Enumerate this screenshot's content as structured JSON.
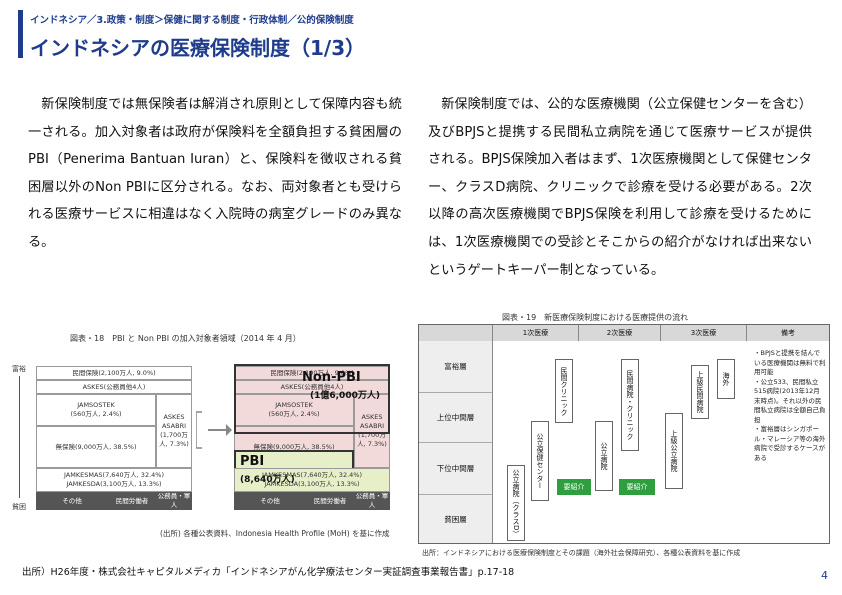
{
  "header": {
    "breadcrumb": "インドネシア／3.政策・制度＞保健に関する制度・行政体制／公的保険制度",
    "title": "インドネシアの医療保険制度（1/3）"
  },
  "body": {
    "left_paragraph": "新保険制度では無保険者は解消され原則として保障内容も統一される。加入対象者は政府が保険料を全額負担する貧困層のPBI（Penerima Bantuan Iuran）と、保険料を徴収される貧困層以外のNon PBIに区分される。なお、両対象者とも受けられる医療サービスに相違はなく入院時の病室グレードのみ異なる。",
    "right_paragraph": "新保険制度では、公的な医療機関（公立保健センターを含む）及びBPJSと提携する民間私立病院を通じて医療サービスが提供される。BPJS保険加入者はまず、1次医療機関として保健センター、クラスD病院、クリニックで診療を受ける必要がある。2次以降の高次医療機関でBPJS保険を利用して診療を受けるためには、1次医療機関での受診とそこからの紹介がなければ出来ないというゲートキーパー制となっている。"
  },
  "figure_left": {
    "caption": "図表・18　PBI と Non PBI の加入対象者領域（2014 年 4 月）",
    "axis_top": "富裕",
    "axis_bottom": "貧困",
    "boxes": {
      "rich": "民間保険(2,100万人, 9.0%)",
      "askes": "ASKES(公務員他4人)",
      "jamsostek": "JAMSOSTEK\n(560万人, 2.4%)",
      "asabri": "ASKES\nASABRI\n(1,700万\n人, 7.3%)",
      "uninsured": "無保険(9,000万人, 38.5%)",
      "jamkesmas": "JAMKESMAS(7,640万人, 32.4%)\nJAMKESDA(3,100万人, 13.3%)",
      "other": "その他",
      "private_workers": "民間労働者",
      "civil": "公務員・軍人"
    },
    "overlay_nonpbi": "Non-PBI",
    "overlay_nonpbi_count": "(1億6,000万人)",
    "overlay_pbi": "PBI",
    "overlay_pbi_count": "(8,640万人)",
    "source_note": "(出所) 各種公表資料、Indonesia Health Profile (MoH) を基に作成"
  },
  "figure_right": {
    "caption": "図表・19　新医療保険制度における医療提供の流れ",
    "headers": [
      "1次医療",
      "2次医療",
      "3次医療",
      "備考"
    ],
    "rows": [
      "富裕層",
      "上位中間層",
      "下位中間層",
      "貧困層"
    ],
    "boxes": {
      "private_clinic": "民間クリニック",
      "public_center": "公立保健センター",
      "class_d": "公立病院（クラスD）",
      "public_hospital2": "公立病院",
      "private_hospital": "民間病院・クリニック",
      "upper_private": "上級民間病院",
      "upper_public": "上級公立病院",
      "overseas": "海外"
    },
    "referral": "要紹介",
    "notes": "・BPJSと提携を結んでいる医療機関は無料で利用可能\n・公立533、民間私立515病院(2013年12月末時点)。それ以外の民間私立病院は全額自己負担\n・富裕層はシンガポール・マレーシア等の海外病院で受診するケースがある",
    "source_note": "出所：インドネシアにおける医療保険制度とその課題（海外社会保障研究）、各種公表資料を基に作成"
  },
  "footer": {
    "source": "出所）H26年度・株式会社キャピタルメディカ「インドネシアがん化学療法センター実証調査事業報告書」p.17-18",
    "page": "4"
  },
  "colors": {
    "accent": "#1f3c8c",
    "referral_arrow": "#2e9e3e",
    "pbi_box": "#e7efc8",
    "nonpbi_box": "#f2dada"
  }
}
